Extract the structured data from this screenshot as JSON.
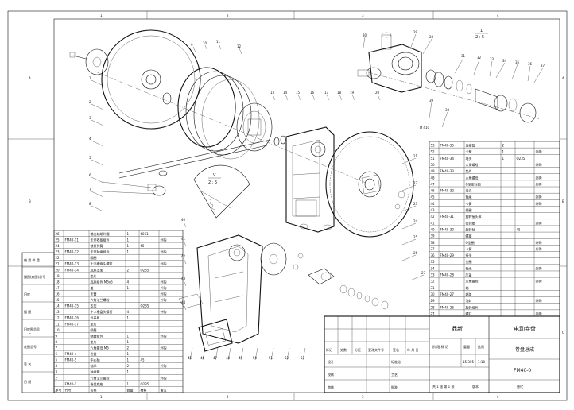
{
  "border": {
    "top_zones": [
      "1",
      "2",
      "3",
      "4"
    ],
    "bottom_zones": [
      "1",
      "2",
      "3",
      "4"
    ],
    "left_zones": [
      "A",
      "B",
      "C"
    ],
    "right_zones": [
      "A",
      "B",
      "C"
    ]
  },
  "view_labels": {
    "detail_a": "1\n2 : 5",
    "detail_b": "V\n2 : 5",
    "diameter_note": "Ø 410"
  },
  "callouts_top": [
    "28",
    "29",
    "30",
    "31",
    "32",
    "33",
    "34",
    "35",
    "36",
    "37",
    "38",
    "39"
  ],
  "callouts_main": [
    "1",
    "2",
    "3",
    "4",
    "5",
    "6",
    "7",
    "8",
    "9",
    "10",
    "11",
    "12",
    "13",
    "14",
    "15",
    "16",
    "17",
    "18",
    "19",
    "20",
    "21",
    "22",
    "23",
    "24",
    "25",
    "26",
    "27",
    "40",
    "41",
    "42",
    "43",
    "44",
    "45",
    "46",
    "47",
    "48",
    "49",
    "50",
    "51",
    "52",
    "53"
  ],
  "left_sidebar": [
    "借 用 件 登",
    "描图(底图)总号",
    "旧底",
    "描 图",
    "旧底图总号",
    "底图总号",
    "签 名",
    "日 期"
  ],
  "bom_left": {
    "header": [
      "序号",
      "代号",
      "名称",
      "数量",
      "材料",
      "备注"
    ],
    "rows": [
      [
        "26",
        "",
        "输出轴端外圆",
        "1",
        "6061",
        ""
      ],
      [
        "25",
        "FM40-11",
        "卡环收板组件",
        "1",
        "",
        "外购"
      ],
      [
        "24",
        "",
        "锁紧弹簧",
        "1",
        "65",
        ""
      ],
      [
        "23",
        "FM40-12",
        "卡环轴承组件",
        "1",
        "",
        "外购"
      ],
      [
        "22",
        "",
        "隔圈",
        "",
        "",
        ""
      ],
      [
        "21",
        "FM40-13",
        "十字槽盘头螺钉",
        "",
        "",
        "外购"
      ],
      [
        "20",
        "FM40-14",
        "底座支架",
        "2",
        "Q235",
        ""
      ],
      [
        "19",
        "",
        "垫片",
        "",
        "",
        ""
      ],
      [
        "18",
        "",
        "底座组件 M6x6",
        "4",
        "",
        "外购"
      ],
      [
        "17",
        "",
        "盖",
        "1",
        "",
        "外购"
      ],
      [
        "16",
        "",
        "卡簧",
        "",
        "",
        "外购"
      ],
      [
        "15",
        "",
        "六角法兰螺栓",
        "",
        "",
        "外购"
      ],
      [
        "14",
        "FM40-15",
        "支架",
        "",
        "Q235",
        ""
      ],
      [
        "13",
        "",
        "十字槽盘头螺钉",
        "4",
        "",
        "外购"
      ],
      [
        "12",
        "FM40-16",
        "外盖板",
        "1",
        "",
        ""
      ],
      [
        "11",
        "FM40-17",
        "垫片",
        "",
        "",
        ""
      ],
      [
        "10",
        "",
        "蜗簧",
        "",
        "",
        ""
      ],
      [
        "9",
        "",
        "蜗簧组件",
        "1",
        "",
        "外购"
      ],
      [
        "8",
        "",
        "垫片",
        "1",
        "",
        ""
      ],
      [
        "7",
        "",
        "六角螺母 M6",
        "2",
        "",
        "外购"
      ],
      [
        "6",
        "FM40-4",
        "卷盘",
        "1",
        "",
        ""
      ],
      [
        "5",
        "FM40-5",
        "中心轴",
        "1",
        "45",
        ""
      ],
      [
        "4",
        "",
        "轴承",
        "2",
        "",
        "外购"
      ],
      [
        "3",
        "",
        "轴承套",
        "1",
        "",
        ""
      ],
      [
        "2",
        "",
        "六角法兰螺栓",
        "",
        "",
        "外购"
      ],
      [
        "1",
        "FM40-1",
        "卷盘底座",
        "1",
        "Q235",
        ""
      ]
    ]
  },
  "bom_right": {
    "rows": [
      [
        "53",
        "FM40-35",
        "连接管",
        "2",
        "",
        ""
      ],
      [
        "52",
        "",
        "卡簧",
        "1",
        "",
        "外购"
      ],
      [
        "51",
        "FM40-34",
        "堵头",
        "1",
        "Q235",
        ""
      ],
      [
        "50",
        "",
        "六角螺栓",
        "",
        "",
        "外购"
      ],
      [
        "49",
        "FM40-33",
        "垫片",
        "",
        "",
        ""
      ],
      [
        "48",
        "",
        "六角螺母",
        "",
        "",
        "外购"
      ],
      [
        "47",
        "",
        "O型密封圈",
        "",
        "",
        "外购"
      ],
      [
        "46",
        "FM40-32",
        "接头",
        "",
        "",
        ""
      ],
      [
        "45",
        "",
        "轴承",
        "",
        "",
        "外购"
      ],
      [
        "44",
        "",
        "卡簧",
        "",
        "",
        "外购"
      ],
      [
        "43",
        "",
        "挡圈",
        "",
        "",
        ""
      ],
      [
        "42",
        "FM40-31",
        "旋转接头体",
        "",
        "",
        ""
      ],
      [
        "41",
        "",
        "密封圈",
        "",
        "",
        "外购"
      ],
      [
        "40",
        "FM40-30",
        "旋转轴",
        "",
        "45",
        ""
      ],
      [
        "39",
        "",
        "螺塞",
        "",
        "",
        ""
      ],
      [
        "38",
        "",
        "O型圈",
        "",
        "",
        "外购"
      ],
      [
        "37",
        "",
        "卡簧",
        "",
        "",
        "外购"
      ],
      [
        "36",
        "FM40-29",
        "接头",
        "",
        "",
        ""
      ],
      [
        "35",
        "",
        "垫圈",
        "",
        "",
        ""
      ],
      [
        "34",
        "",
        "轴承",
        "",
        "",
        "外购"
      ],
      [
        "33",
        "FM40-28",
        "压盖",
        "",
        "",
        ""
      ],
      [
        "32",
        "",
        "六角螺栓",
        "",
        "",
        "外购"
      ],
      [
        "31",
        "",
        "轴",
        "",
        "",
        ""
      ],
      [
        "30",
        "FM40-27",
        "端盖",
        "",
        "",
        ""
      ],
      [
        "29",
        "",
        "油封",
        "",
        "",
        "外购"
      ],
      [
        "28",
        "FM40-26",
        "旋转组件",
        "",
        "",
        ""
      ],
      [
        "27",
        "",
        "螺钉",
        "",
        "",
        "外购"
      ]
    ]
  },
  "title_block": {
    "company": "鼎新",
    "product": "电动卷盘",
    "drawing_name": "卷盘总成",
    "drawing_no": "FM40-0",
    "scale": "1:10",
    "sheet": "共 1 张  第 1 张",
    "stage_label": "阶 段 标 记",
    "weight_label": "重量",
    "scale_label": "比例",
    "weight": "15.395",
    "row_headers": [
      "标记",
      "处数",
      "分区",
      "更改文件号",
      "签名",
      "年 月 日"
    ],
    "roles": [
      "设计",
      "校核",
      "审核",
      "工艺",
      "标准化",
      "批准"
    ],
    "version_label": "版本",
    "replace_label": "替代"
  }
}
